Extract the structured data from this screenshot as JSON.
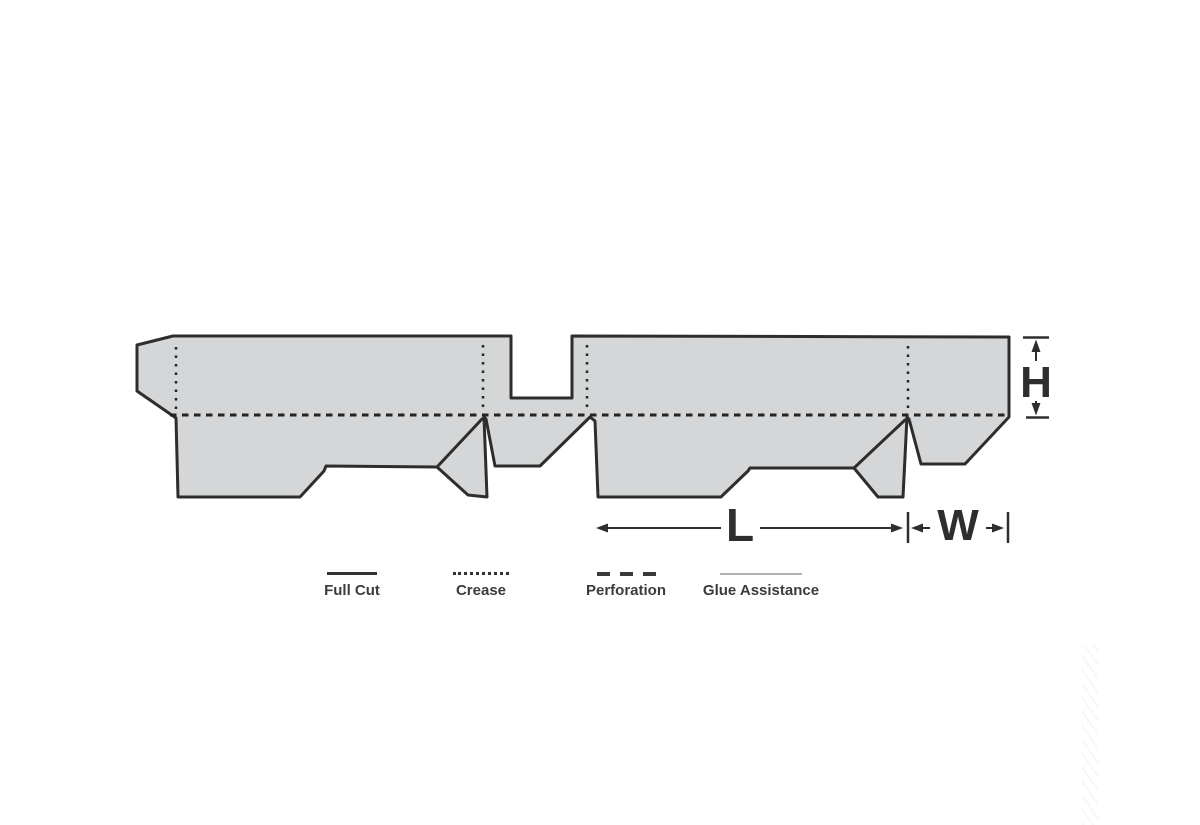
{
  "diagram": {
    "type": "packaging-dieline",
    "blank_fill_color": "#d5d6d7",
    "cut_line_color": "#2d2d2d",
    "crease_line_color": "#232323",
    "glue_line_color": "#b3b3b3",
    "background_color": "#ffffff"
  },
  "dimensions": {
    "height_label": "H",
    "length_label": "L",
    "width_label": "W"
  },
  "legend": {
    "items": [
      {
        "label": "Full Cut",
        "line_style": "solid"
      },
      {
        "label": "Crease",
        "line_style": "dotted"
      },
      {
        "label": "Perforation",
        "line_style": "dashed"
      },
      {
        "label": "Glue Assistance",
        "line_style": "thin-solid"
      }
    ]
  }
}
